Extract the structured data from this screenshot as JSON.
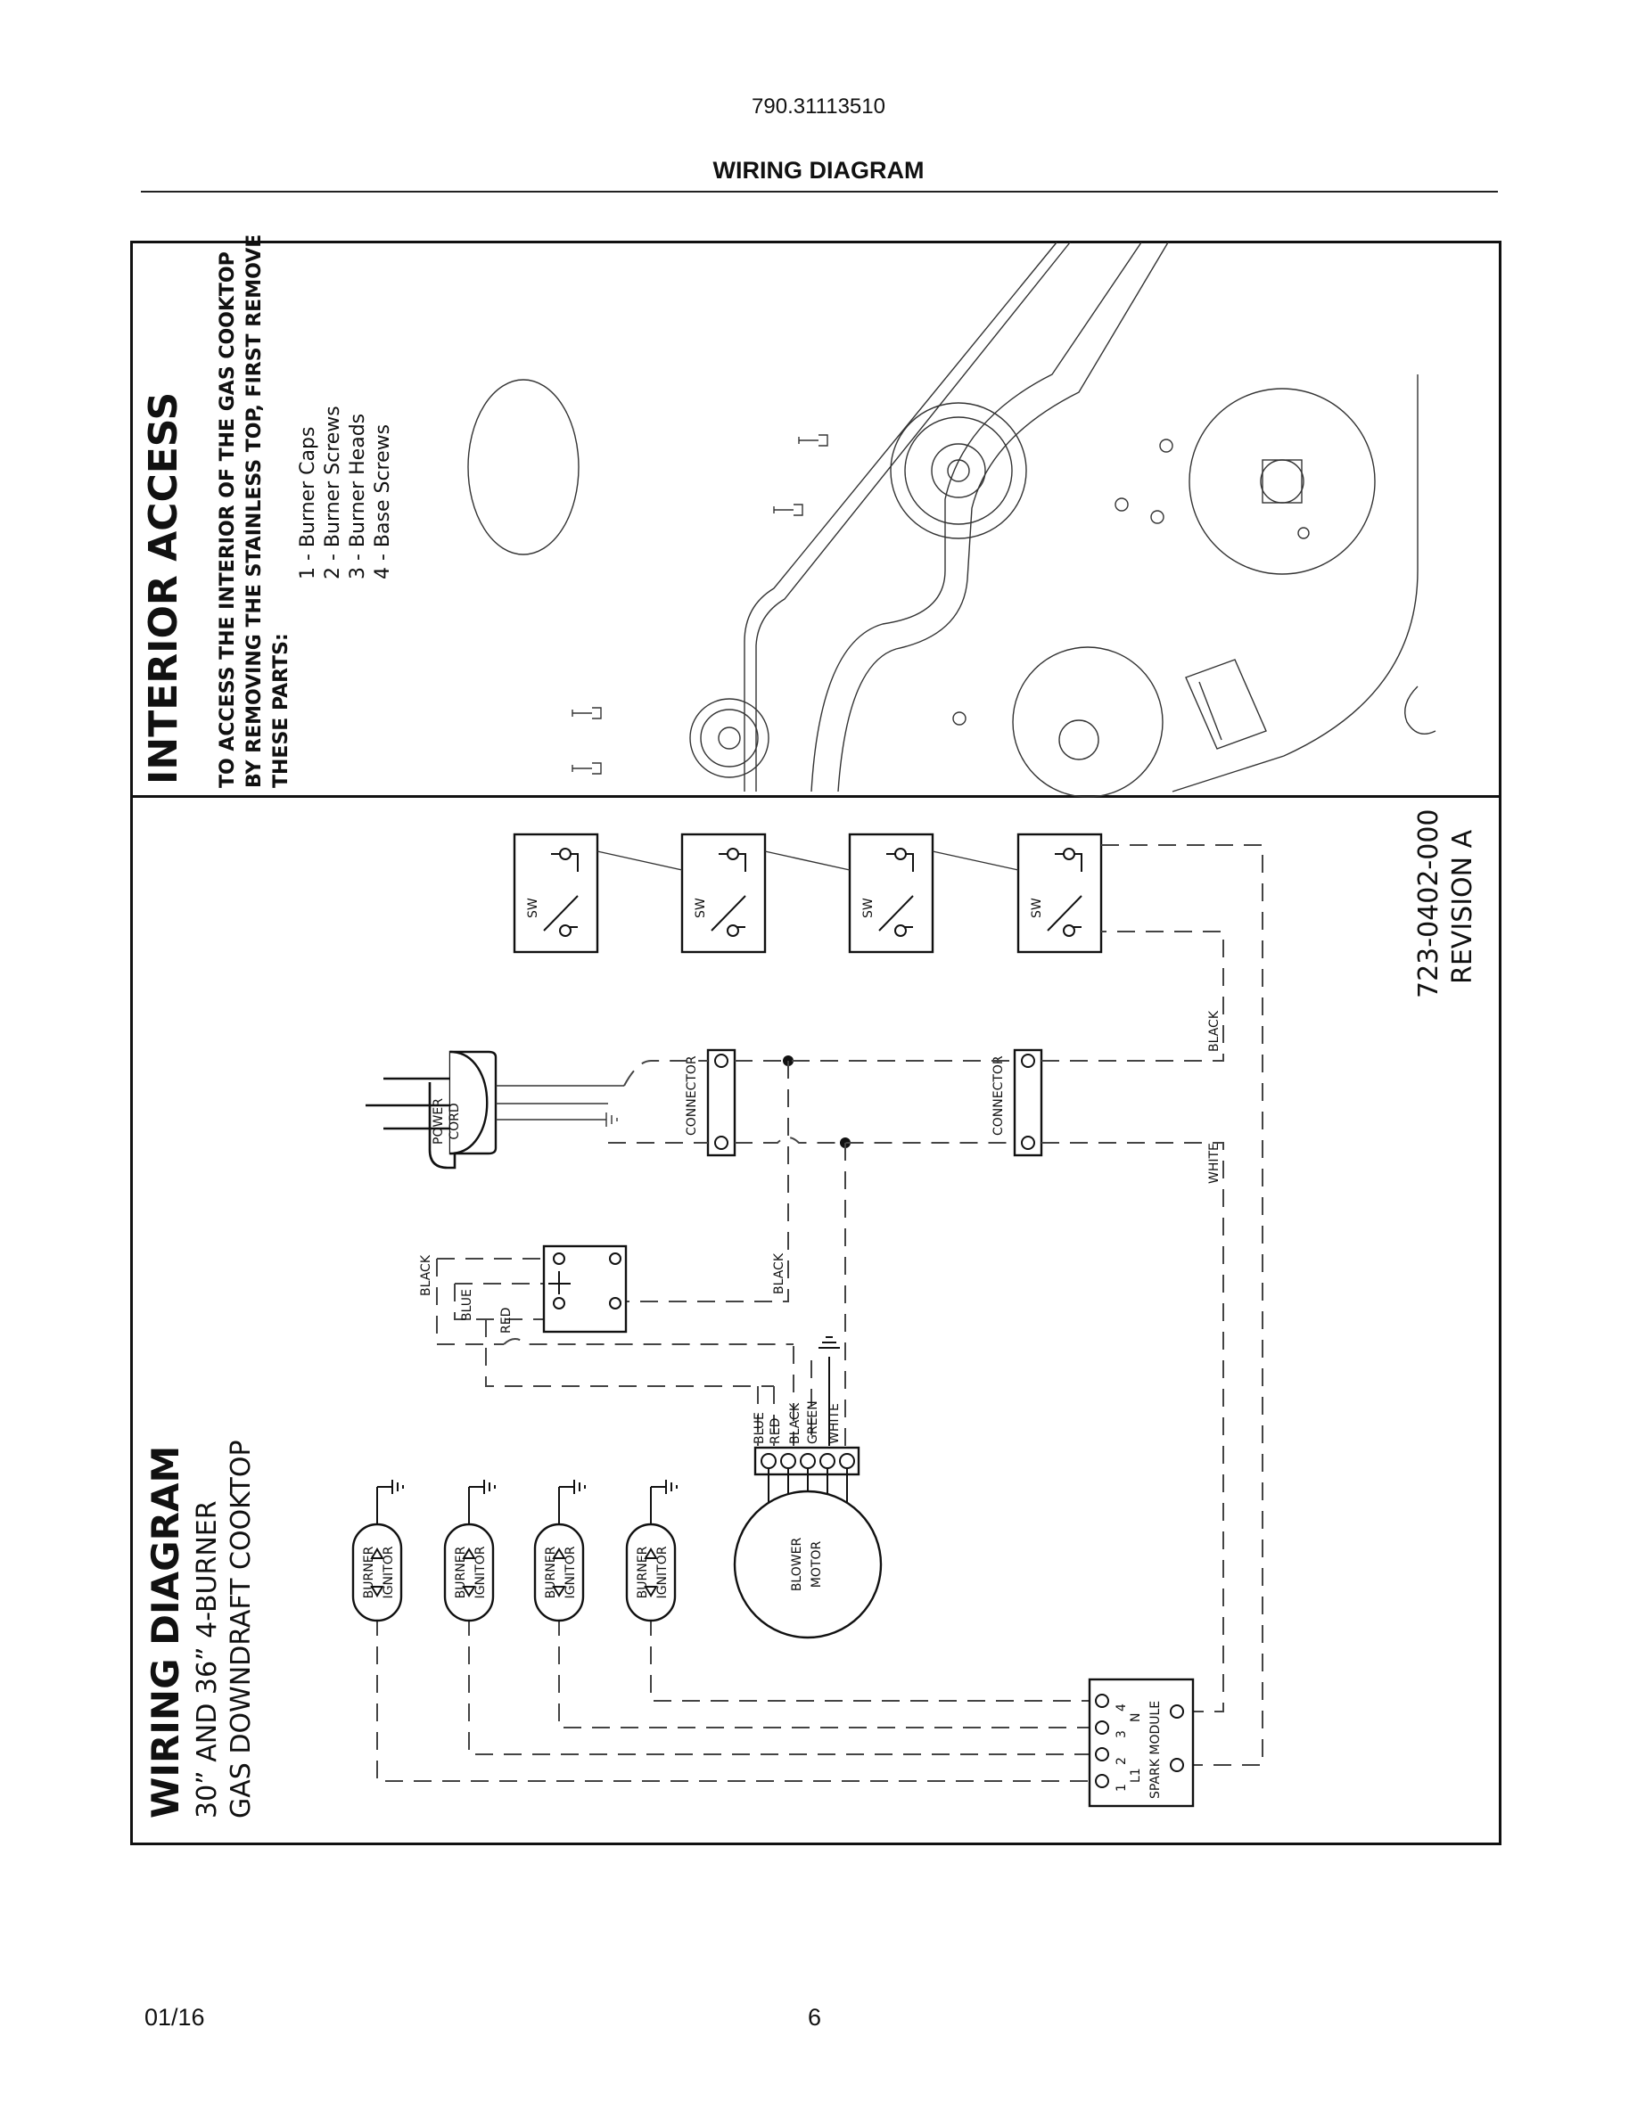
{
  "header": {
    "document_number": "790.31113510",
    "section_title": "WIRING DIAGRAM"
  },
  "footer": {
    "date": "01/16",
    "page_number": "6"
  },
  "interior_access": {
    "title": "INTERIOR ACCESS",
    "instruction_line1": "TO ACCESS THE INTERIOR OF THE GAS COOKTOP",
    "instruction_line2": "BY REMOVING THE STAINLESS TOP, FIRST REMOVE",
    "instruction_line3": "THESE PARTS:",
    "parts": [
      "1 - Burner Caps",
      "2 - Burner Screws",
      "3 - Burner Heads",
      "4 - Base Screws"
    ]
  },
  "wiring_diagram": {
    "title": "WIRING DIAGRAM",
    "subtitle_line1": "30” AND 36” 4-BURNER",
    "subtitle_line2": "GAS DOWNDRAFT COOKTOP",
    "part_number": "723-0402-000",
    "revision": "REVISION A",
    "switch_label": "SW",
    "connector_label": "CONNECTOR",
    "power_cord_line1": "POWER",
    "power_cord_line2": "CORD",
    "burner_ignitor_line1": "BURNER",
    "burner_ignitor_line2": "IGNITOR",
    "blower_motor_line1": "BLOWER",
    "blower_motor_line2": "MOTOR",
    "spark_module": {
      "label": "SPARK MODULE",
      "terminals": [
        "1",
        "2",
        "3",
        "4"
      ],
      "l1": "L1",
      "n": "N"
    },
    "wire_labels": {
      "black": "BLACK",
      "white": "WHITE",
      "blue": "BLUE",
      "red": "RED",
      "green": "GREEN"
    }
  }
}
